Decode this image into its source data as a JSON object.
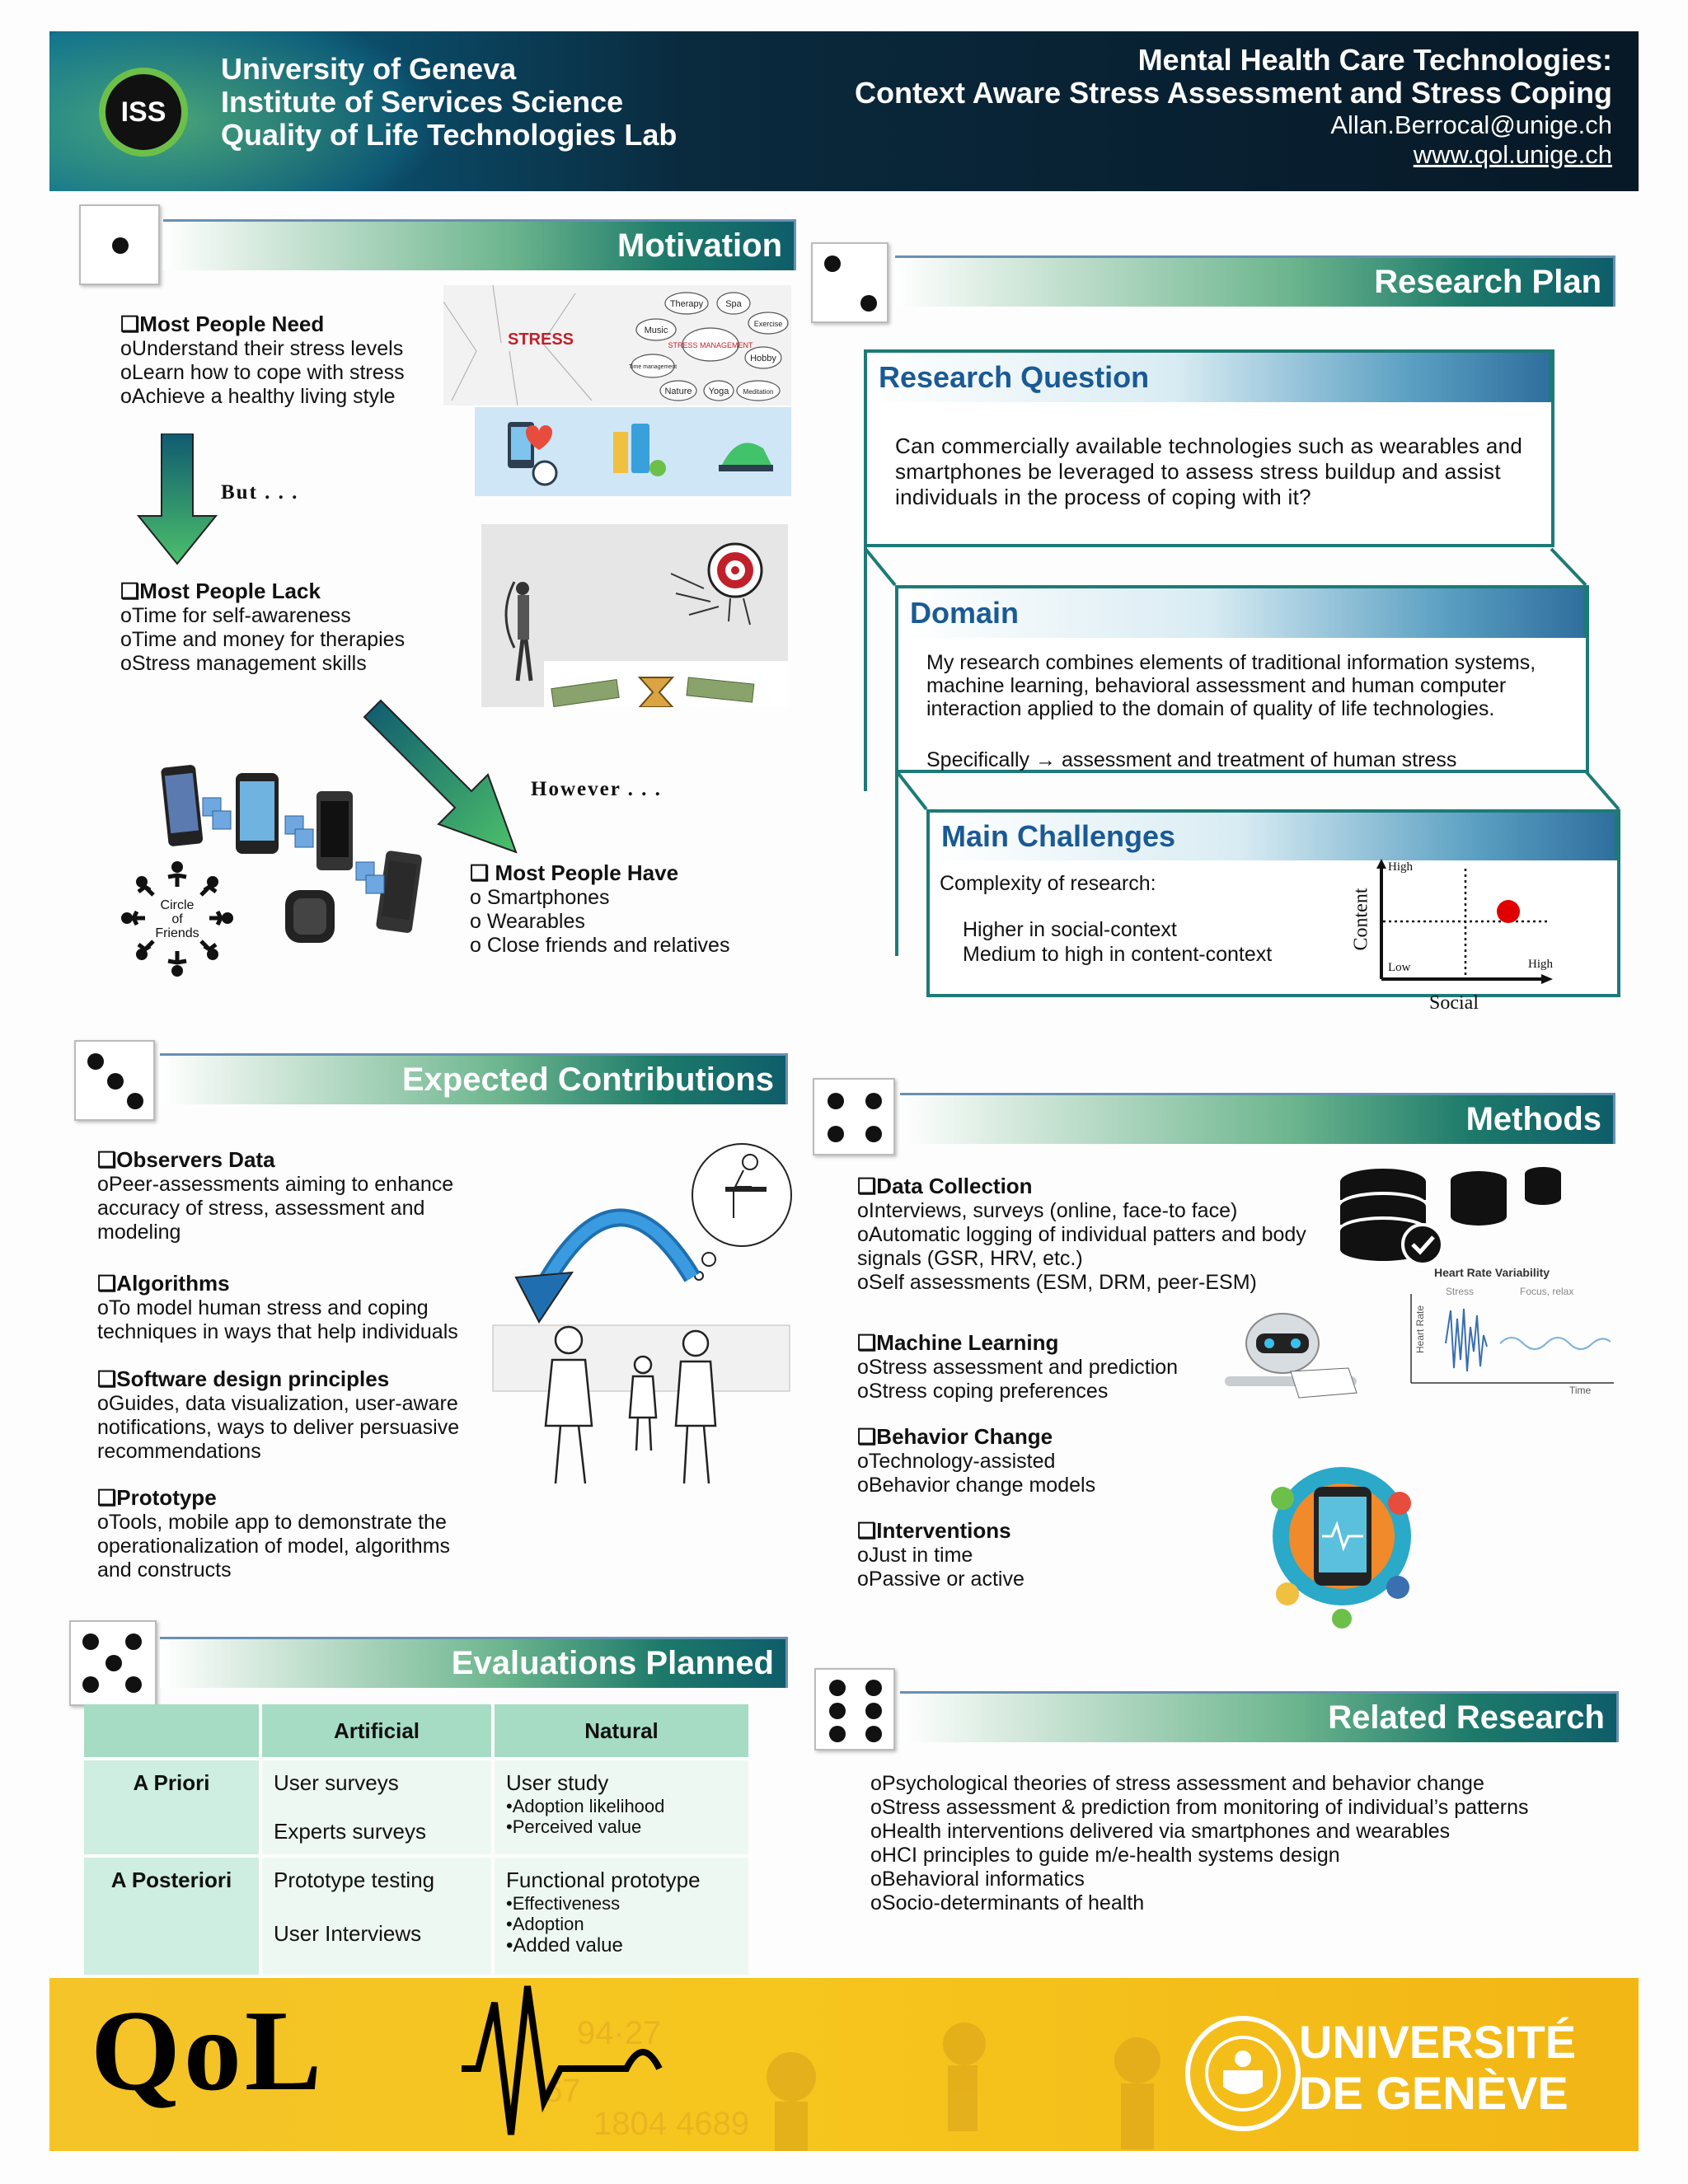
{
  "header": {
    "logo_text": "ISS",
    "org_lines": [
      "University of Geneva",
      "Institute of Services Science",
      "Quality of Life Technologies Lab"
    ],
    "title_line1": "Mental Health Care Technologies:",
    "title_line2": "Context Aware Stress Assessment and Stress Coping",
    "email": "Allan.Berrocal@unige.ch",
    "website": "www.qol.unige.ch"
  },
  "motivation": {
    "title": "Motivation",
    "need_heading": "❑Most People Need",
    "need_items": [
      "oUnderstand their stress levels",
      "oLearn how to cope with stress",
      "oAchieve a healthy living style"
    ],
    "but_label": "But . . .",
    "lack_heading": "❑Most People Lack",
    "lack_items": [
      "oTime for self-awareness",
      "oTime and money for therapies",
      "oStress management skills"
    ],
    "however_label": "However . . .",
    "have_heading": "❑ Most People Have",
    "have_items": [
      "o  Smartphones",
      "o  Wearables",
      "o  Close friends and relatives"
    ],
    "circle_label": "Circle\nof\nFriends",
    "stress_words": [
      "STRESS",
      "STRESS MANAGEMENT",
      "Therapy",
      "Spa",
      "Music",
      "Exercise",
      "Time management",
      "Hobby",
      "Nature",
      "Yoga",
      "Meditation"
    ]
  },
  "research_plan": {
    "title": "Research Plan",
    "question_head": "Research Question",
    "question_text": "Can commercially available technologies such as wearables and smartphones be leveraged to assess stress buildup and assist individuals in the process of coping with it?",
    "domain_head": "Domain",
    "domain_text": "My research combines elements of traditional information systems, machine learning, behavioral assessment and human computer interaction applied to the domain of quality of life technologies.",
    "domain_specifically": "Specifically → assessment and treatment of human stress",
    "challenges_head": "Main Challenges",
    "challenges_intro": "Complexity of research:",
    "challenges_items": [
      "Higher in social-context",
      "Medium to high in content-context"
    ],
    "chart": {
      "y_label": "Content",
      "x_label": "Social",
      "high_y": "High",
      "low": "Low",
      "high_x": "High"
    }
  },
  "contributions": {
    "title": "Expected Contributions",
    "items": [
      {
        "heading": "❑Observers Data",
        "lines": [
          "oPeer-assessments aiming to enhance",
          "accuracy of stress, assessment and",
          "modeling"
        ]
      },
      {
        "heading": "❑Algorithms",
        "lines": [
          "oTo model human stress and coping",
          "techniques in ways that help individuals"
        ]
      },
      {
        "heading": "❑Software design principles",
        "lines": [
          "oGuides, data visualization, user-aware",
          "notifications, ways to deliver persuasive",
          "recommendations"
        ]
      },
      {
        "heading": "❑Prototype",
        "lines": [
          "oTools, mobile app to demonstrate the",
          "operationalization of model, algorithms",
          "and constructs"
        ]
      }
    ]
  },
  "methods": {
    "title": "Methods",
    "items": [
      {
        "heading": "❑Data Collection",
        "lines": [
          "oInterviews, surveys (online, face-to face)",
          "oAutomatic logging of individual patters and body",
          "signals (GSR, HRV, etc.)",
          "oSelf assessments (ESM, DRM, peer-ESM)"
        ]
      },
      {
        "heading": "❑Machine Learning",
        "lines": [
          "oStress assessment and prediction",
          "oStress coping preferences"
        ]
      },
      {
        "heading": "❑Behavior Change",
        "lines": [
          "oTechnology-assisted",
          "oBehavior change models"
        ]
      },
      {
        "heading": "❑Interventions",
        "lines": [
          "oJust in time",
          "oPassive or active"
        ]
      }
    ],
    "hrv": {
      "title": "Heart Rate Variability",
      "stress": "Stress",
      "focus": "Focus, relax",
      "y": "Heart Rate",
      "x": "Time"
    }
  },
  "evaluations": {
    "title": "Evaluations Planned",
    "col_headers": [
      "Artificial",
      "Natural"
    ],
    "rows": [
      {
        "label": "A Priori",
        "artificial": [
          "User surveys",
          "Experts surveys"
        ],
        "natural_head": "User study",
        "natural_bullets": [
          "•Adoption likelihood",
          "•Perceived value"
        ]
      },
      {
        "label": "A Posteriori",
        "artificial": [
          "Prototype testing",
          "User Interviews"
        ],
        "natural_head": "Functional prototype",
        "natural_bullets": [
          "•Effectiveness",
          "•Adoption",
          "•Added value"
        ]
      }
    ]
  },
  "related": {
    "title": "Related Research",
    "items": [
      "oPsychological theories of stress assessment and behavior change",
      "oStress assessment & prediction from monitoring of individual’s patterns",
      "oHealth interventions delivered via smartphones and wearables",
      "oHCI principles to guide m/e-health systems design",
      "oBehavioral informatics",
      "oSocio-determinants of health"
    ]
  },
  "footer": {
    "qol": "QoL",
    "univ_line1": "UNIVERSITÉ",
    "univ_line2": "DE GENÈVE"
  },
  "colors": {
    "teal": "#1e7a78",
    "blue_head": "#1a5a95",
    "footer_yellow": "#f4c429",
    "red_dot": "#e00000"
  }
}
